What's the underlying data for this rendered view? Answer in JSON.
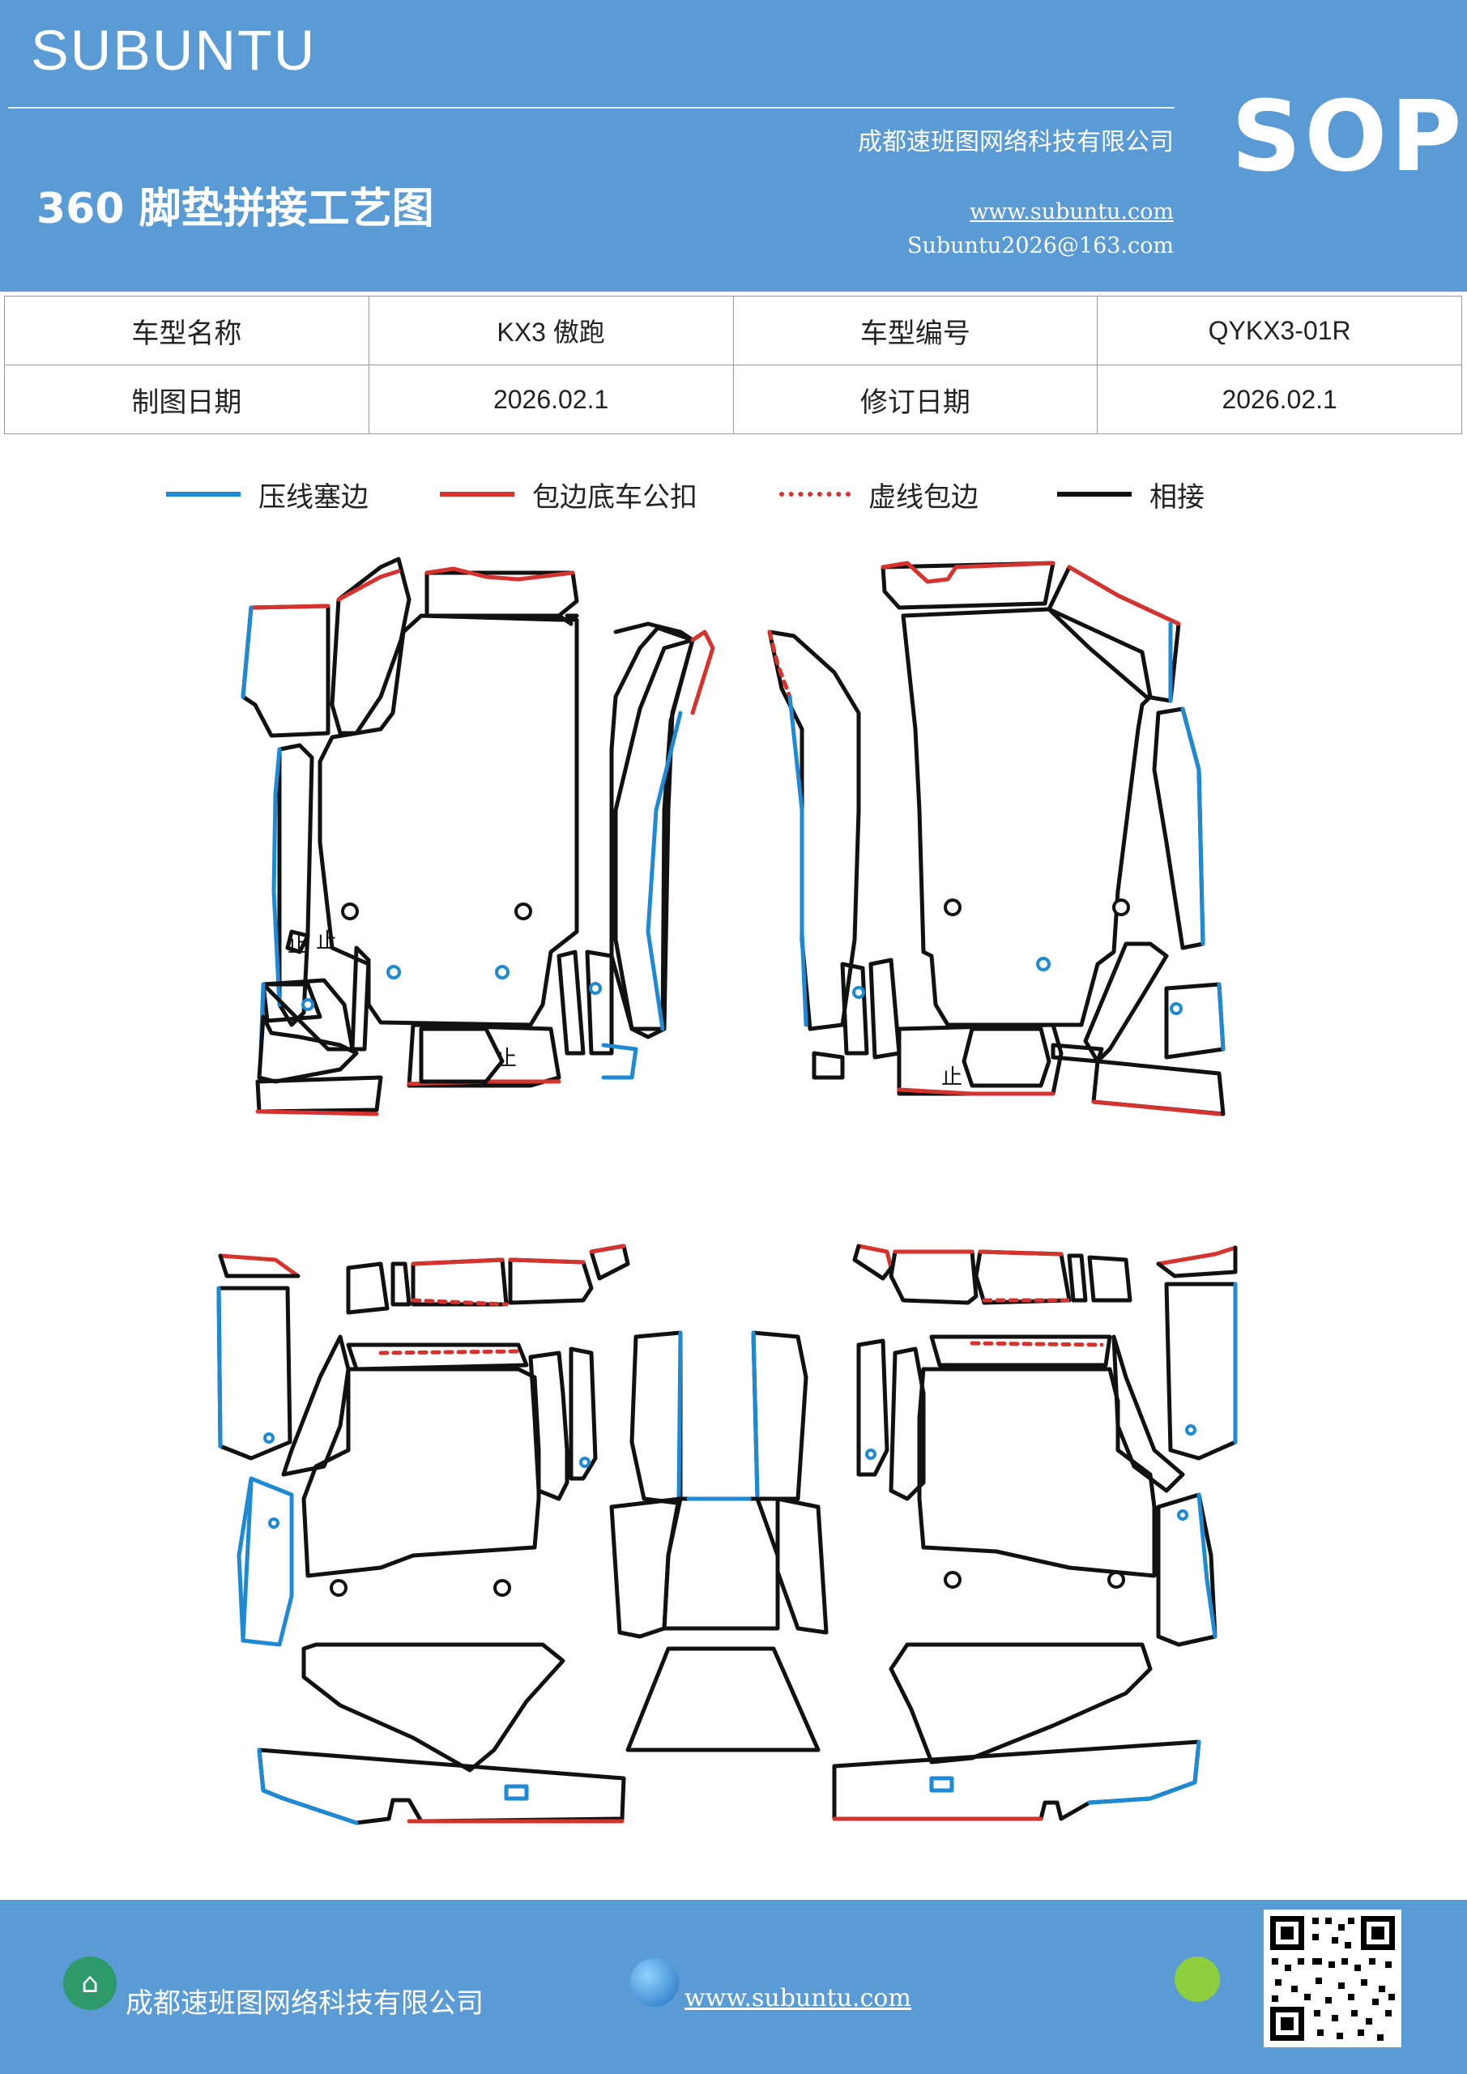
{
  "header": {
    "brand": "SUBUNTU",
    "title": "360 脚垫拼接工艺图",
    "company": "成都速班图网络科技有限公司",
    "website": "www.subuntu.com",
    "email": "Subuntu2026@163.com",
    "badge": "SOP"
  },
  "info": {
    "model_name_label": "车型名称",
    "model_name_value": "KX3 傲跑",
    "model_code_label": "车型编号",
    "model_code_value": "QYKX3-01R",
    "draw_date_label": "制图日期",
    "draw_date_value": "2026.02.1",
    "revise_date_label": "修订日期",
    "revise_date_value": "2026.02.1"
  },
  "legend": [
    {
      "label": "压线塞边",
      "color": "#1f8ad4",
      "style": "solid"
    },
    {
      "label": "包边底车公扣",
      "color": "#d7332e",
      "style": "solid"
    },
    {
      "label": "虚线包边",
      "color": "#d7332e",
      "style": "dashed"
    },
    {
      "label": "相接",
      "color": "#111111",
      "style": "solid"
    }
  ],
  "diagram_marks": {
    "mark": "止"
  },
  "footer": {
    "company": "成都速班图网络科技有限公司",
    "website": "www.subuntu.com",
    "logo_icon": "building-icon",
    "globe_icon": "globe-icon",
    "qr_icon": "qr-code-icon"
  }
}
